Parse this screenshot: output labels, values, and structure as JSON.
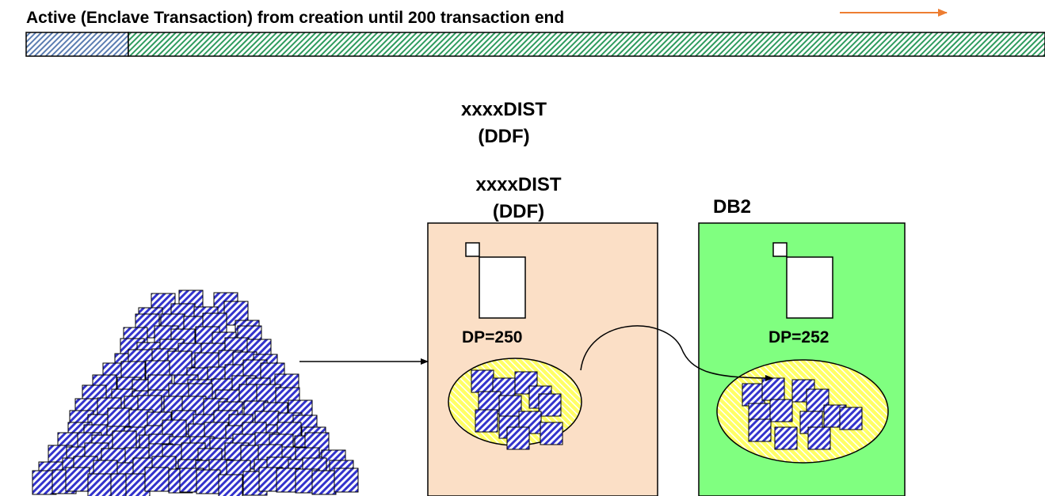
{
  "timeline": {
    "title": "Active (Enclave Transaction) from creation until 200 transaction end",
    "arrow_color": "#ED7D31",
    "segment_1_color": "#5B7DB1",
    "segment_2_color": "#2E9B5E"
  },
  "ddf": {
    "label_upper": "xxxxDIST\n(DDF)",
    "label_lower": "xxxxDIST\n(DDF)",
    "fill_color": "#FBDFC6",
    "dp_label": "DP=250"
  },
  "db2": {
    "label": "DB2",
    "fill_color": "#80FF80",
    "dp_label": "DP=252"
  },
  "pool": {
    "ellipse_color": "#FFFF66",
    "thread_color": "#3333CC"
  },
  "icons": [
    "page-icon",
    "thread-icon",
    "arrow-icon"
  ]
}
